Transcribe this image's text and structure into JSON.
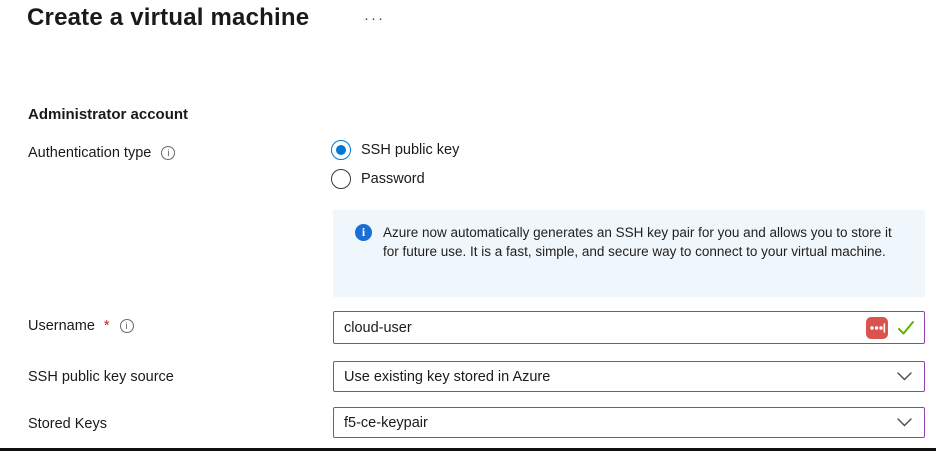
{
  "page": {
    "title": "Create a virtual machine",
    "more_label": "···"
  },
  "section": {
    "heading": "Administrator account"
  },
  "fields": {
    "auth_type": {
      "label": "Authentication type",
      "options": [
        {
          "label": "SSH public key",
          "selected": true
        },
        {
          "label": "Password",
          "selected": false
        }
      ]
    },
    "info_banner": {
      "text": "Azure now automatically generates an SSH key pair for you and allows you to store it for future use. It is a fast, simple, and secure way to connect to your virtual machine."
    },
    "username": {
      "label": "Username",
      "required_mark": "*",
      "value": "cloud-user"
    },
    "ssh_source": {
      "label": "SSH public key source",
      "value": "Use existing key stored in Azure"
    },
    "stored_keys": {
      "label": "Stored Keys",
      "value": "f5-ce-keypair"
    }
  },
  "icons": {
    "info_tooltip": "i",
    "banner_info": "i"
  },
  "colors": {
    "accent_blue": "#0078d4",
    "field_border_purple": "#9540b4",
    "info_banner_bg": "#eff6fc",
    "info_icon_blue": "#1a6fd4",
    "required_red": "#b02a30",
    "valid_green": "#5db300",
    "pw_ext_red": "#d9534f",
    "bottom_rule": "#111111"
  }
}
